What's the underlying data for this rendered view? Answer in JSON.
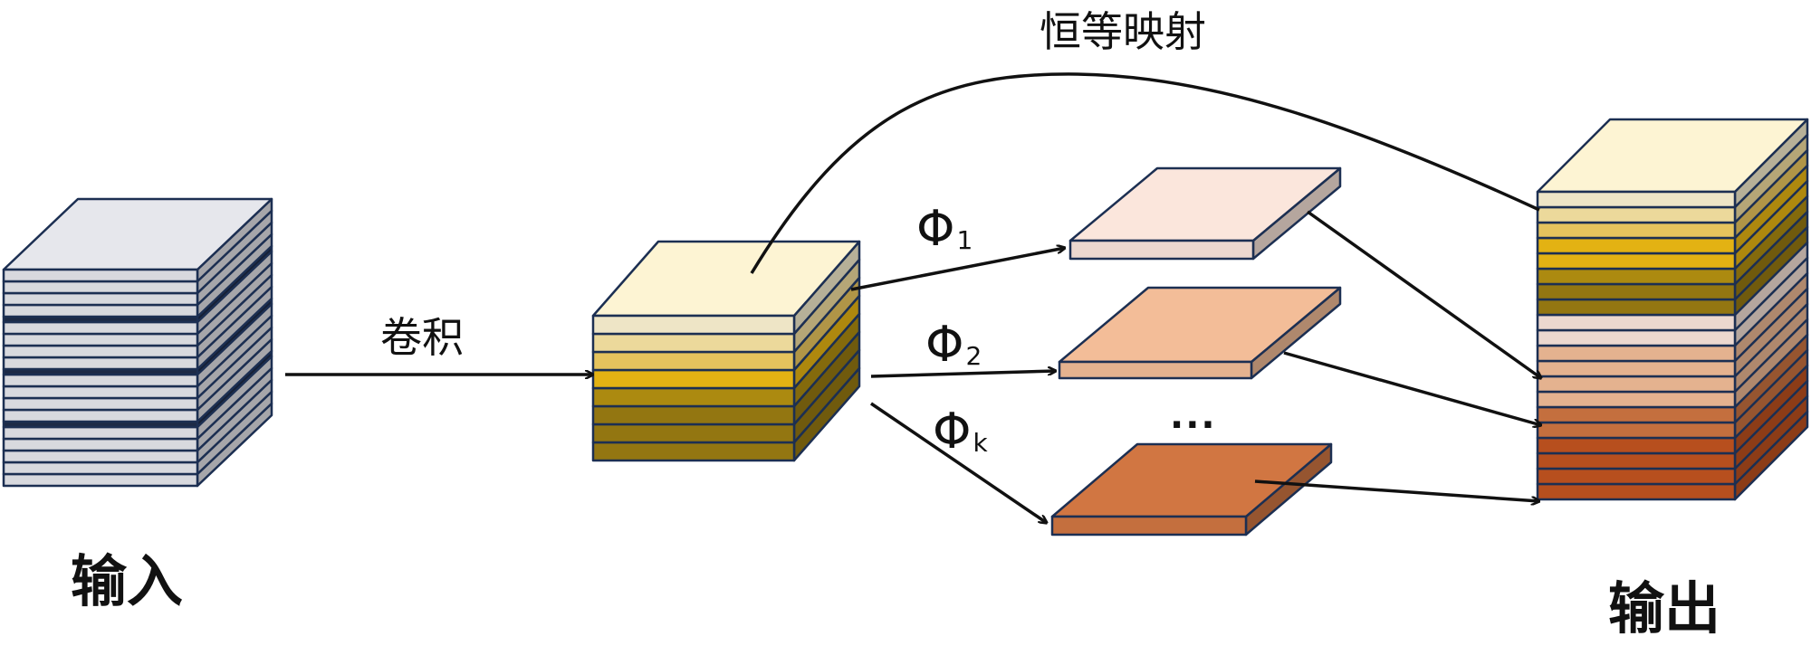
{
  "labels": {
    "input": "输入",
    "output": "输出",
    "conv": "卷积",
    "identity": "恒等映射",
    "phi_symbol": "Φ",
    "phi_1_sub": "1",
    "phi_2_sub": "2",
    "phi_k_sub": "k",
    "ellipsis": "..."
  },
  "colors": {
    "outline": "#1c2f52",
    "input_face": "#e6e7ec",
    "input_dark_layer": "#1f2d4a",
    "output_top": "#fdf4d3",
    "light_yellow": "#fbe7a5",
    "mid_yellow": "#f4cf63",
    "gold": "#f2bd14",
    "dark_gold": "#b79311",
    "olive_gold": "#9c7d12",
    "feature_1": "#fbe6dc",
    "feature_2": "#f3bd98",
    "feature_k": "#d17642",
    "feature_k_dark": "#c35420",
    "arrow": "#111111"
  }
}
